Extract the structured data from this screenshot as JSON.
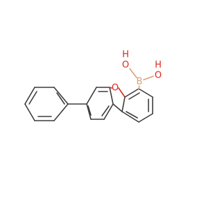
{
  "molecule": {
    "atom_labels": {
      "oxygen_ring": "O",
      "boron": "B",
      "hydroxyl_1": "OH",
      "hydroxyl_2": "OH"
    },
    "hydroxyl_label_O": "O",
    "hydroxyl_label_H": "H",
    "colors": {
      "bond": "#3c3c3c",
      "oxygen": "#e1251b",
      "boron": "#d4a373"
    }
  }
}
